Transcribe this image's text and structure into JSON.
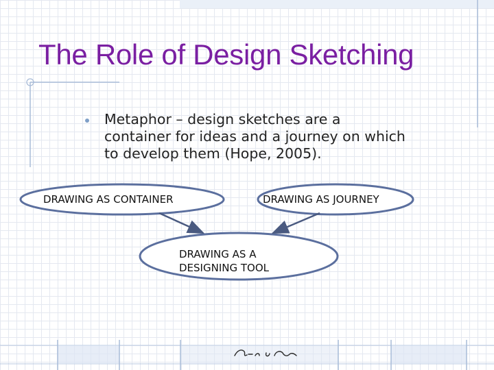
{
  "slide": {
    "title": "The Role of Design Sketching",
    "bullet": "Metaphor – design sketches are a container for ideas and a journey on which to develop them (Hope, 2005)."
  },
  "diagram": {
    "nodes": [
      {
        "id": "container",
        "label": "DRAWING AS CONTAINER"
      },
      {
        "id": "journey",
        "label": "DRAWING AS JOURNEY"
      },
      {
        "id": "tool",
        "label_lines": [
          "DRAWING AS A",
          "DESIGNING TOOL"
        ]
      }
    ],
    "edges": [
      {
        "from": "container",
        "to": "tool"
      },
      {
        "from": "journey",
        "to": "tool"
      }
    ]
  },
  "colors": {
    "title": "#7a1fa2",
    "oval_fill": "#ffffff",
    "oval_stroke": "#5b6f9e",
    "arrow": "#4a5a80",
    "grid": "#e4e8f0",
    "frame_lines": "#a9bcd8"
  }
}
